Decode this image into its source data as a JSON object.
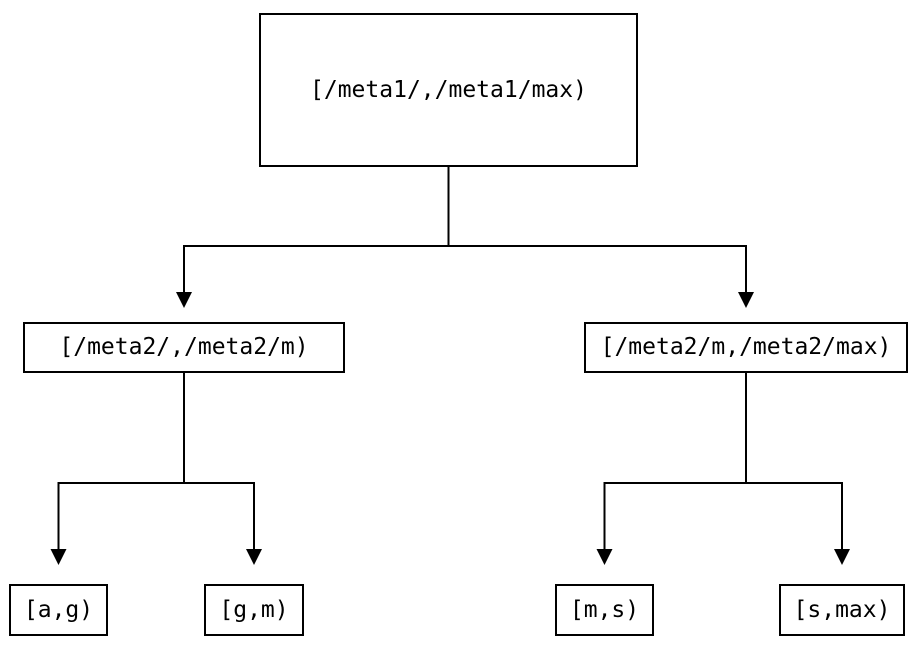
{
  "diagram": {
    "type": "tree",
    "background_color": "#ffffff",
    "line_color": "#000000",
    "text_color": "#000000",
    "nodes": {
      "root": {
        "label": "[/meta1/,/meta1/max)"
      },
      "left": {
        "label": "[/meta2/,/meta2/m)"
      },
      "right": {
        "label": "[/meta2/m,/meta2/max)"
      },
      "leaf_ag": {
        "label": "[a,g)"
      },
      "leaf_gm": {
        "label": "[g,m)"
      },
      "leaf_ms": {
        "label": "[m,s)"
      },
      "leaf_smax": {
        "label": "[s,max)"
      }
    },
    "edges": [
      {
        "from": "root",
        "to": "left",
        "arrow": "down"
      },
      {
        "from": "root",
        "to": "right",
        "arrow": "down"
      },
      {
        "from": "left",
        "to": "leaf_ag",
        "arrow": "down"
      },
      {
        "from": "left",
        "to": "leaf_gm",
        "arrow": "down"
      },
      {
        "from": "right",
        "to": "leaf_ms",
        "arrow": "down"
      },
      {
        "from": "right",
        "to": "leaf_smax",
        "arrow": "down"
      }
    ]
  }
}
